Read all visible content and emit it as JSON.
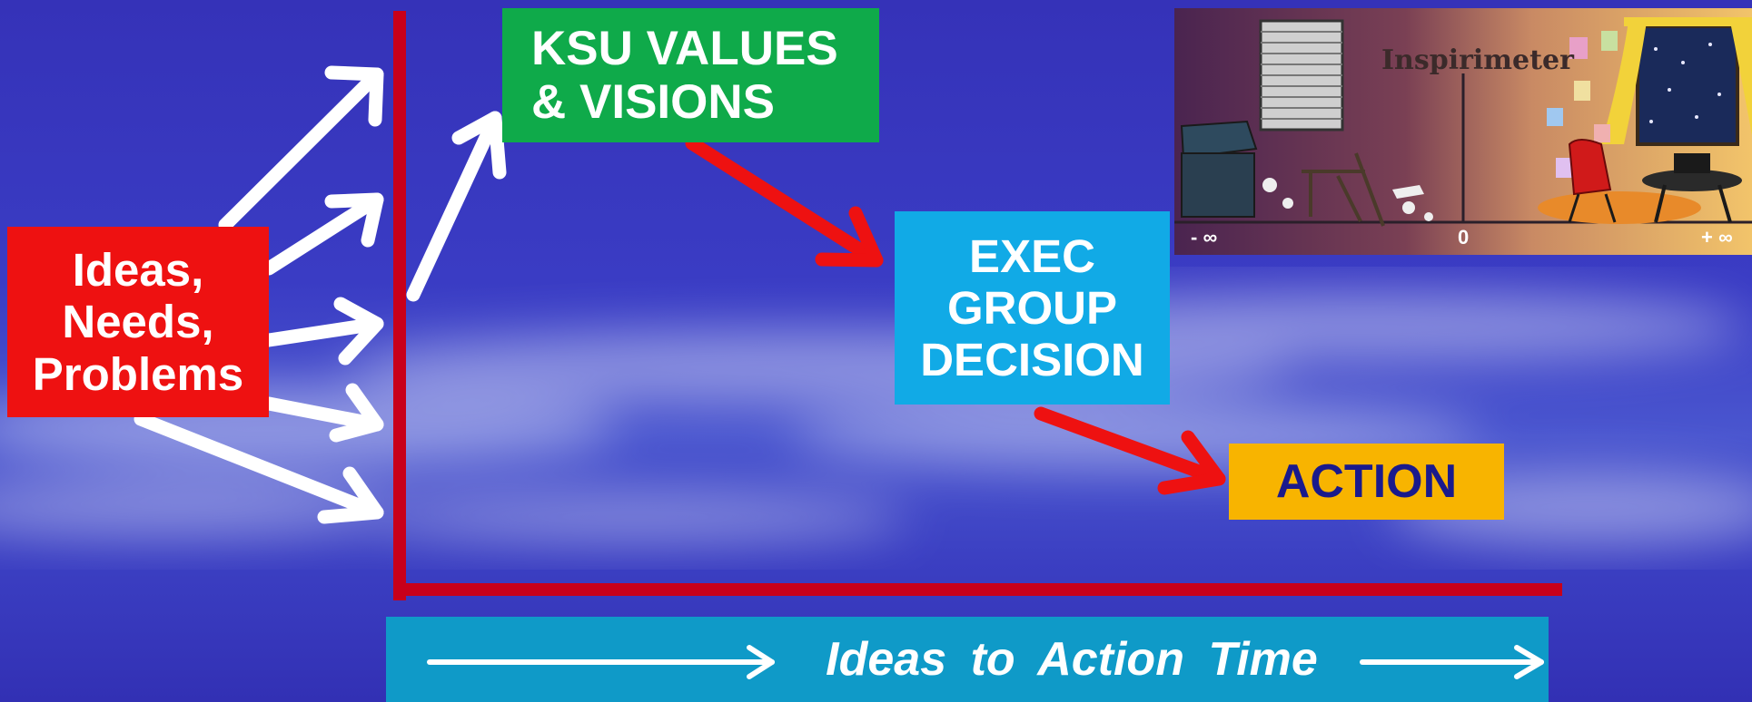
{
  "diagram": {
    "ideas_box": "Ideas,\nNeeds,\nProblems",
    "ksu_box": "KSU  VALUES\n &  VISIONS",
    "exec_box": "EXEC\nGROUP\nDECISION",
    "action_box": "ACTION",
    "timeline_label": "Ideas  to  Action  Time"
  },
  "inspirimeter": {
    "title": "Inspirimeter",
    "tick_left": "- ∞",
    "tick_center": "0",
    "tick_right": "+ ∞"
  },
  "colors": {
    "ideas": "#ee1111",
    "ksu": "#0faa4a",
    "exec": "#11aae6",
    "action": "#f8b400",
    "axis": "#c8001a",
    "timeline": "#0f9ac8"
  }
}
